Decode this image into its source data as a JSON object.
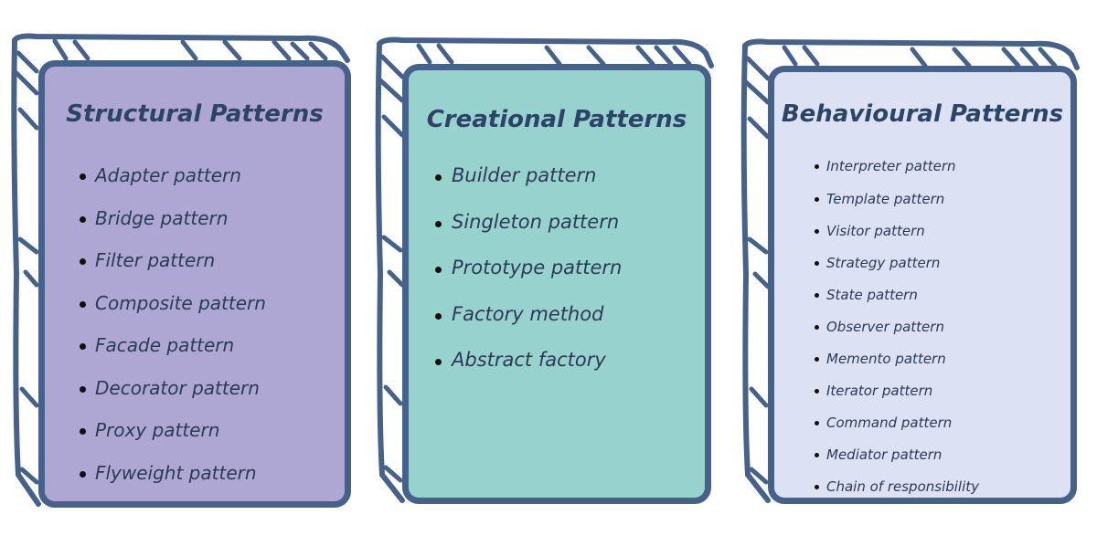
{
  "colors": {
    "outline": "#46628a",
    "text": "#2b3a55",
    "title": "#2c4466",
    "background": "#ffffff"
  },
  "cards": [
    {
      "title": "Structural Patterns",
      "fill": "#aea6d3",
      "items": [
        "Adapter pattern",
        "Bridge pattern",
        "Filter pattern",
        "Composite pattern",
        "Facade pattern",
        "Decorator pattern",
        "Proxy pattern",
        "Flyweight pattern"
      ]
    },
    {
      "title": "Creational Patterns",
      "fill": "#97d2cf",
      "items": [
        "Builder pattern",
        "Singleton pattern",
        "Prototype pattern",
        "Factory method",
        "Abstract factory"
      ]
    },
    {
      "title": "Behavioural Patterns",
      "fill": "#dce2f3",
      "items": [
        "Interpreter pattern",
        "Template pattern",
        "Visitor pattern",
        "Strategy pattern",
        "State pattern",
        "Observer pattern",
        "Memento pattern",
        "Iterator pattern",
        "Command pattern",
        "Mediator pattern",
        "Chain of responsibility"
      ]
    }
  ]
}
